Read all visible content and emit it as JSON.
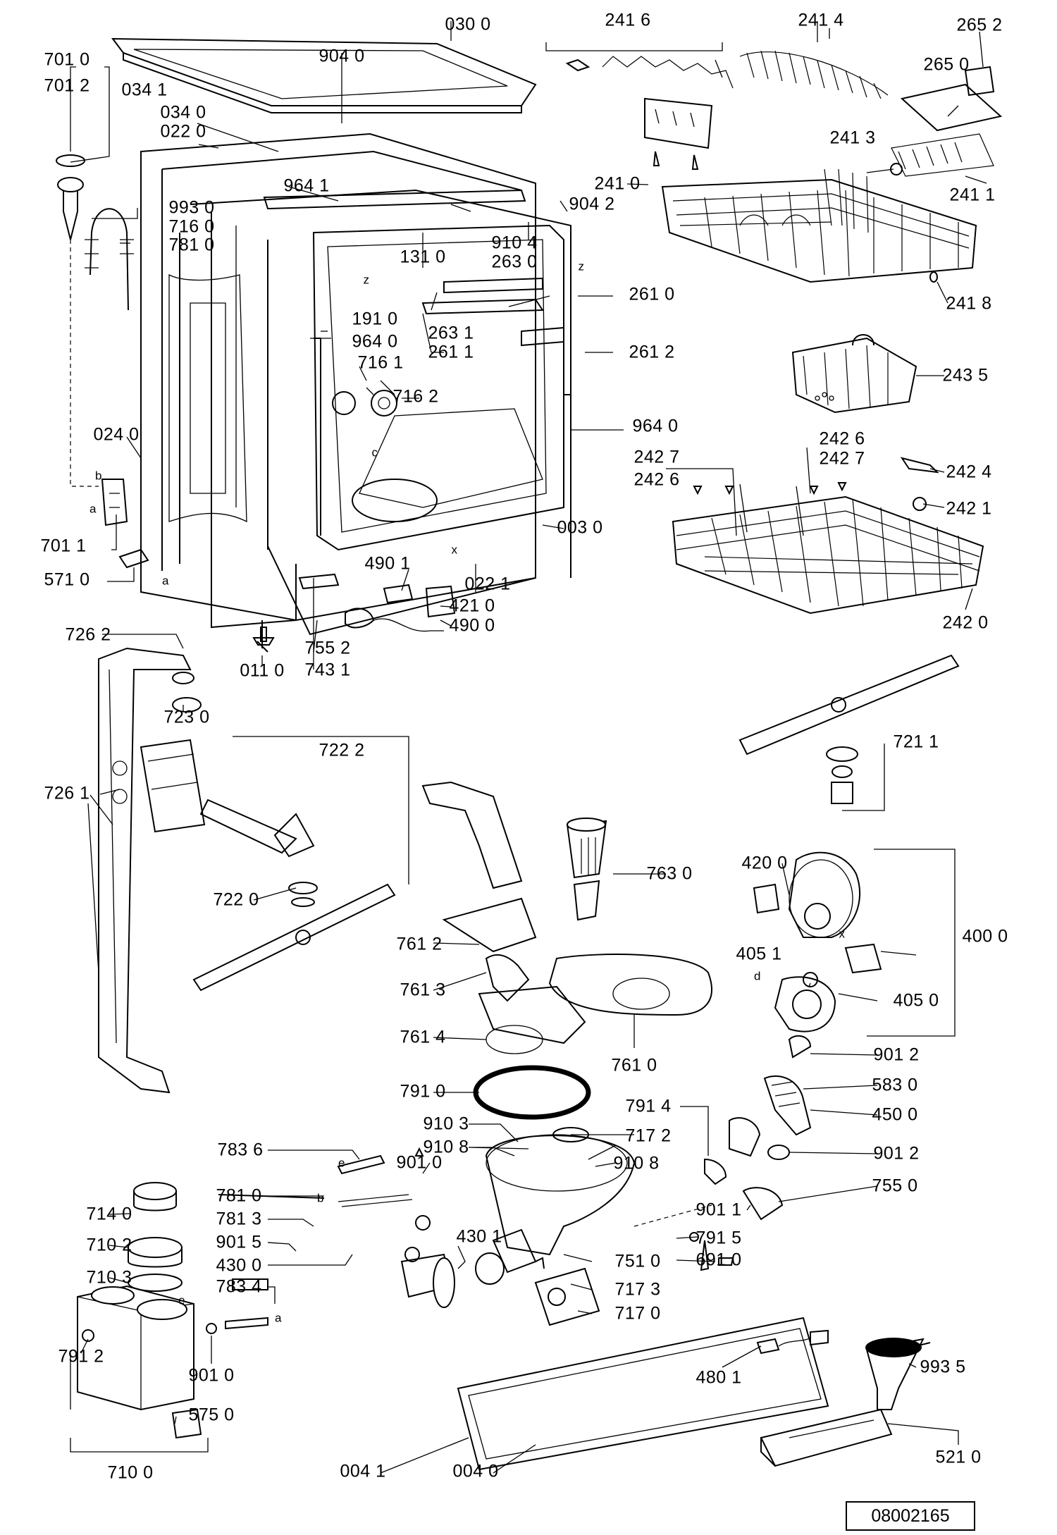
{
  "document_number": "08002165",
  "part_labels": [
    "030 0",
    "904 0",
    "701 0",
    "701 2",
    "034 1",
    "034 0",
    "022 0",
    "964 1",
    "993 0",
    "716 0",
    "781 0",
    "904 2",
    "910 4",
    "131 0",
    "263 0",
    "261 0",
    "263 1",
    "261 1",
    "261 2",
    "191 0",
    "964 0",
    "716 1",
    "716 2",
    "964 0",
    "024 0",
    "701 1",
    "571 0",
    "003 0",
    "490 1",
    "022 1",
    "421 0",
    "490 0",
    "755 2",
    "743 1",
    "011 0",
    "241 6",
    "241 4",
    "265 2",
    "265 0",
    "241 3",
    "241 0",
    "241 1",
    "241 8",
    "243 5",
    "242 6",
    "242 7",
    "242 4",
    "242 7",
    "242 6",
    "242 1",
    "242 0",
    "726 2",
    "723 0",
    "722 2",
    "726 1",
    "722 0",
    "721 1",
    "763 0",
    "761 2",
    "761 3",
    "761 4",
    "761 0",
    "791 0",
    "420 0",
    "400 0",
    "405 1",
    "405 0",
    "901 2",
    "583 0",
    "450 0",
    "901 2",
    "755 0",
    "791 4",
    "717 2",
    "910 3",
    "910 8",
    "910 8",
    "783 6",
    "901 0",
    "781 0",
    "714 0",
    "781 3",
    "710 2",
    "901 5",
    "430 0",
    "430 1",
    "710 3",
    "783 4",
    "751 0",
    "901 1",
    "791 5",
    "691 0",
    "717 3",
    "717 0",
    "901 0",
    "791 2",
    "575 0",
    "710 0",
    "480 1",
    "993 5",
    "004 1",
    "004 0",
    "521 0"
  ],
  "letter_marks": [
    "b",
    "a",
    "c",
    "x",
    "z",
    "z",
    "d",
    "x",
    "e",
    "b",
    "e",
    "a",
    "a"
  ]
}
